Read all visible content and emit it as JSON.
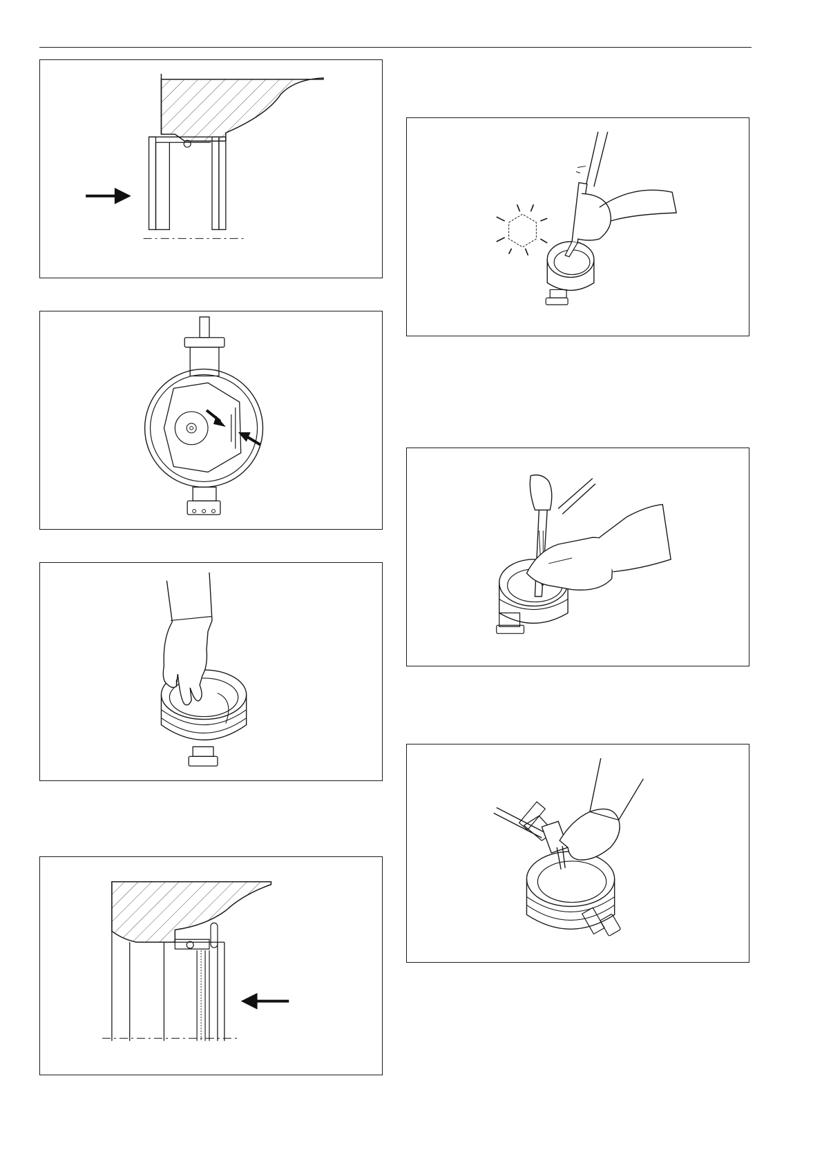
{
  "page": {
    "figures": [
      {
        "id": "fig-1",
        "subject": "seat-cross-section-arrow-right"
      },
      {
        "id": "fig-2",
        "subject": "valve-front-view-disc-arrows"
      },
      {
        "id": "fig-3",
        "subject": "hand-inserting-seat"
      },
      {
        "id": "fig-4",
        "subject": "seat-cross-section-arrow-left"
      },
      {
        "id": "fig-5",
        "subject": "tamping-seat-hexagon-pattern"
      },
      {
        "id": "fig-6",
        "subject": "hand-with-tamping-tool"
      },
      {
        "id": "fig-7",
        "subject": "hammer-and-drift-on-seat"
      }
    ]
  }
}
